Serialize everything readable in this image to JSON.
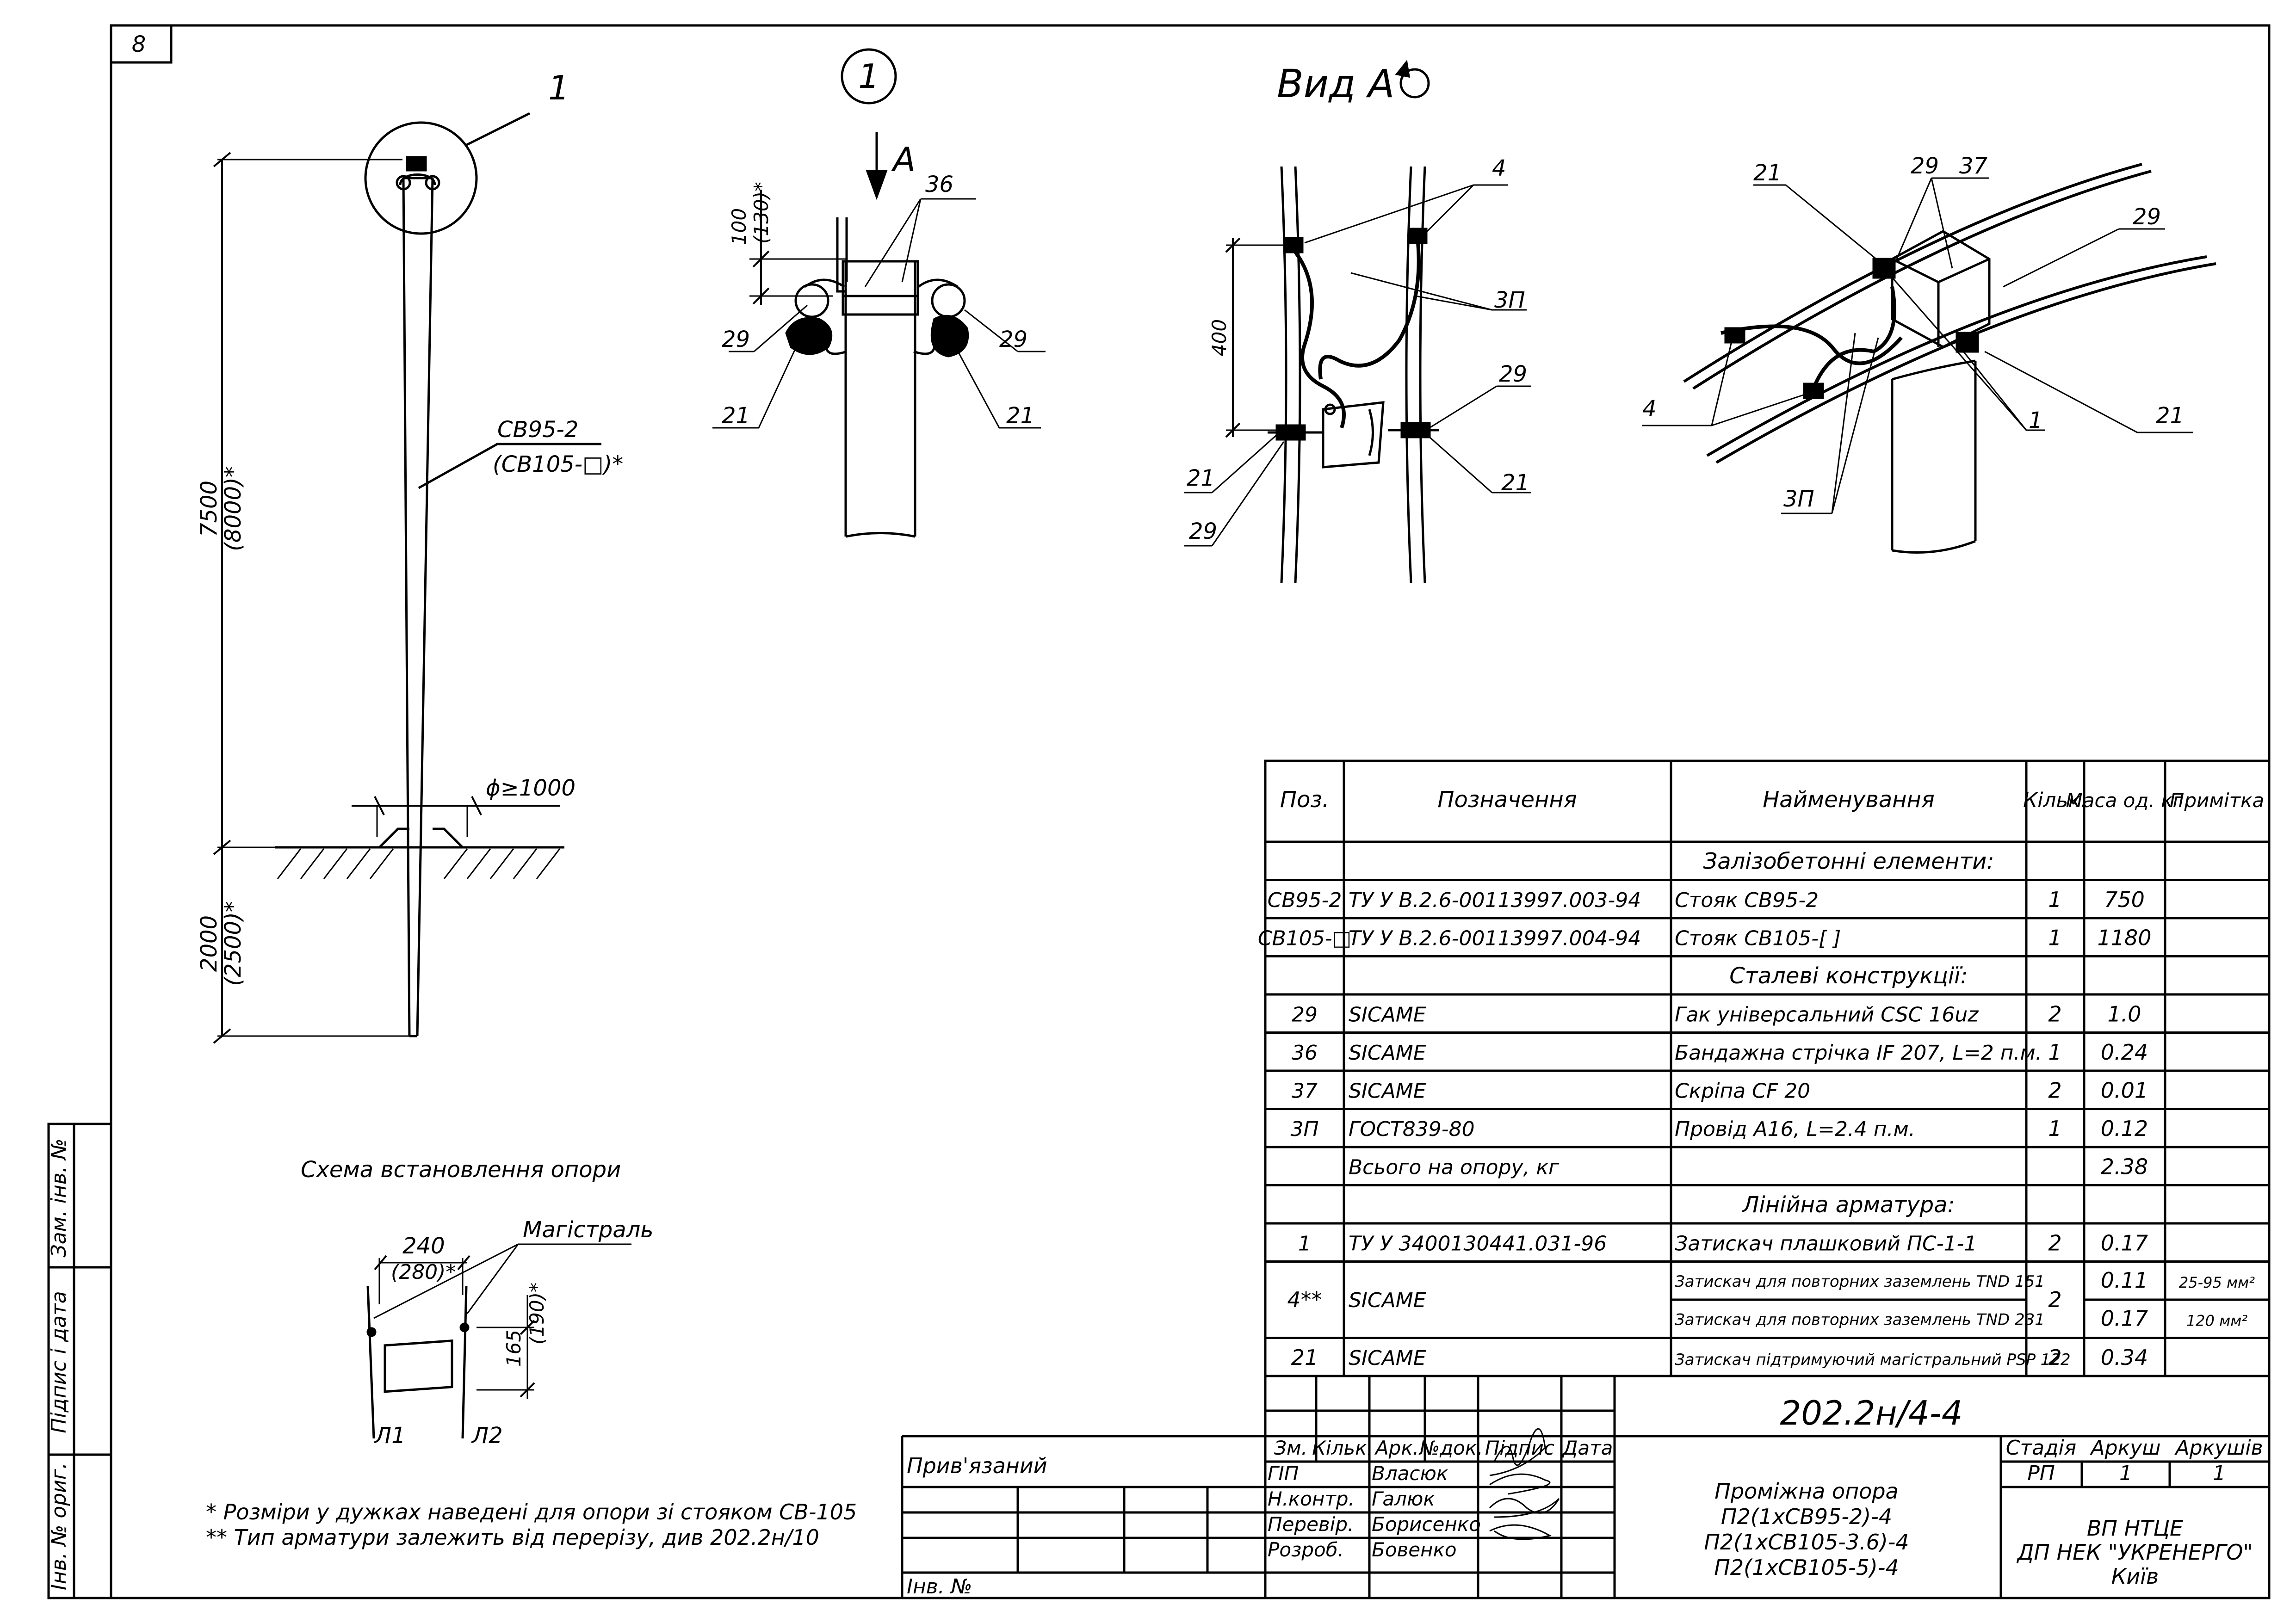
{
  "sheet_number": "8",
  "view_a_title": "Вид А",
  "callout_1": "1",
  "arrow_a": "А",
  "elevation": {
    "callout": "1",
    "pole_label": "СВ95-2",
    "pole_label_alt": "(СВ105-□)*",
    "dim_height": "7500",
    "dim_height_alt": "(8000)*",
    "dim_depth": "2000",
    "dim_depth_alt": "(2500)*",
    "dim_diameter": "ϕ≥1000"
  },
  "detail1": {
    "dim_100": "100",
    "dim_130": "(130)*",
    "pos_36": "36",
    "pos_29_left": "29",
    "pos_29_right": "29",
    "pos_21_left": "21",
    "pos_21_right": "21"
  },
  "view_a": {
    "pos_4": "4",
    "pos_3p": "3П",
    "pos_29_right": "29",
    "pos_21_left": "21",
    "pos_29_left": "29",
    "pos_21_right": "21",
    "dim_400": "400"
  },
  "iso": {
    "pos_21_top": "21",
    "pos_29_top": "29",
    "pos_37": "37",
    "pos_29_right": "29",
    "pos_4": "4",
    "pos_1": "1",
    "pos_21_right": "21",
    "pos_3p": "3П"
  },
  "scheme": {
    "title": "Схема встановлення опори",
    "dim_240": "240",
    "dim_280": "(280)*",
    "dim_165": "165",
    "dim_190": "(190)*",
    "mains": "Магістраль",
    "l1": "Л1",
    "l2": "Л2"
  },
  "notes": [
    "* Розміри у дужках наведені для опори зі стояком СВ-105",
    "** Тип арматури залежить від перерізу, див 202.2н/10"
  ],
  "side_stamp": [
    "Зам. інв. №",
    "Підпис і дата",
    "Інв. № ориг."
  ],
  "spec": {
    "headers": [
      "Поз.",
      "Позначення",
      "Найменування",
      "Кільк.",
      "Маса од. кг",
      "Примітка"
    ],
    "rows": [
      {
        "type": "section",
        "name": "Залізобетонні елементи:"
      },
      {
        "pos": "СВ95-2",
        "code": "ТУ У В.2.6-00113997.003-94",
        "name": "Стояк СВ95-2",
        "qty": "1",
        "mass": "750",
        "note": ""
      },
      {
        "pos": "СВ105-□",
        "code": "ТУ У В.2.6-00113997.004-94",
        "name": "Стояк СВ105-[        ]",
        "qty": "1",
        "mass": "1180",
        "note": ""
      },
      {
        "type": "section",
        "name": "Сталеві конструкції:"
      },
      {
        "pos": "29",
        "code": "SICAME",
        "name": "Гак універсальний CSC 16uz",
        "qty": "2",
        "mass": "1.0",
        "note": ""
      },
      {
        "pos": "36",
        "code": "SICAME",
        "name": "Бандажна стрічка IF 207, L=2 п.м.",
        "qty": "1",
        "mass": "0.24",
        "note": ""
      },
      {
        "pos": "37",
        "code": "SICAME",
        "name": "Скріпа CF 20",
        "qty": "2",
        "mass": "0.01",
        "note": ""
      },
      {
        "pos": "3П",
        "code": "ГОСТ839-80",
        "name": "Провід А16, L=2.4 п.м.",
        "qty": "1",
        "mass": "0.12",
        "note": ""
      },
      {
        "pos": "",
        "code": "Всього на опору, кг",
        "name": "",
        "qty": "",
        "mass": "2.38",
        "note": ""
      },
      {
        "type": "section",
        "name": "Лінійна арматура:"
      },
      {
        "pos": "1",
        "code": "ТУ У 3400130441.031-96",
        "name": "Затискач плашковий ПС-1-1",
        "qty": "2",
        "mass": "0.17",
        "note": ""
      }
    ],
    "row4": {
      "pos": "4**",
      "code": "SICAME",
      "qty": "2",
      "a": {
        "name": "Затискач для повторних заземлень TND 151",
        "mass": "0.11",
        "note": "25-95 мм²"
      },
      "b": {
        "name": "Затискач для повторних заземлень TND 231",
        "mass": "0.17",
        "note": "120 мм²"
      }
    },
    "row21": {
      "pos": "21",
      "code": "SICAME",
      "name": "Затискач підтримуючий магістральний PSP 122",
      "qty": "2",
      "mass": "0.34",
      "note": ""
    }
  },
  "title_block": {
    "doc_code": "202.2н/4-4",
    "linked": "Прив'язаний",
    "inv_no": "Інв. №",
    "rev_headers": [
      "Зм.",
      "Кільк.",
      "Арк.",
      "№док.",
      "Підпис",
      "Дата"
    ],
    "people": [
      {
        "role": "ГІП",
        "name": "Власюк"
      },
      {
        "role": "Н.контр.",
        "name": "Галюк"
      },
      {
        "role": "Перевір.",
        "name": "Борисенко"
      },
      {
        "role": "Розроб.",
        "name": "Бовенко"
      }
    ],
    "doc_name": [
      "Проміжна опора",
      "П2(1хСВ95-2)-4",
      "П2(1хСВ105-3.6)-4",
      "П2(1хСВ105-5)-4"
    ],
    "stage_label": "Стадія",
    "sheet_label": "Аркуш",
    "sheets_label": "Аркушів",
    "stage": "РП",
    "sheet": "1",
    "sheets": "1",
    "org": [
      "ВП НТЦЕ",
      "ДП НЕК \"УКРЕНЕРГО\"",
      "Київ"
    ]
  }
}
